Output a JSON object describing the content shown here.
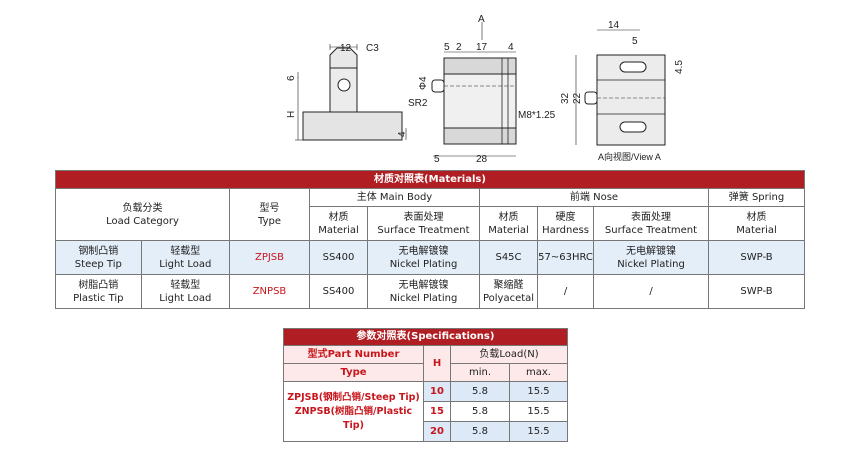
{
  "drawing_labels": {
    "side": {
      "d12": "12",
      "c3": "C3",
      "d6": "6",
      "h": "H",
      "d4": "4"
    },
    "front": {
      "a": "A",
      "d5": "5",
      "d2": "2",
      "d17": "17",
      "d4": "4",
      "phi4": "Φ4",
      "sr2": "SR2",
      "m8": "M8*1.25",
      "d5b": "5",
      "d28": "28"
    },
    "view": {
      "d14": "14",
      "d5": "5",
      "d45": "4.5",
      "d32": "32",
      "d22": "22",
      "caption": "A向视图/View A"
    }
  },
  "materials": {
    "title": "材质对照表(Materials)",
    "load_category_cn": "负载分类",
    "load_category_en": "Load Category",
    "type_cn": "型号",
    "type_en": "Type",
    "main_body": "主体  Main Body",
    "nose": "前端   Nose",
    "spring": "弹簧  Spring",
    "material_cn": "材质",
    "material_en": "Material",
    "surface_cn": "表面处理",
    "surface_en": "Surface Treatment",
    "hardness_cn": "硬度",
    "hardness_en": "Hardness",
    "rows": [
      {
        "cat_cn": "钢制凸销",
        "cat_en": "Steep Tip",
        "load_cn": "轻载型",
        "load_en": "Light Load",
        "type": "ZPJSB",
        "body_mat": "SS400",
        "body_surf_cn": "无电解镀镍",
        "body_surf_en": "Nickel Plating",
        "nose_mat": "S45C",
        "nose_hard": "57~63HRC",
        "nose_surf_cn": "无电解镀镍",
        "nose_surf_en": "Nickel Plating",
        "spring": "SWP-B"
      },
      {
        "cat_cn": "树脂凸销",
        "cat_en": "Plastic Tip",
        "load_cn": "轻载型",
        "load_en": "Light Load",
        "type": "ZNPSB",
        "body_mat": "SS400",
        "body_surf_cn": "无电解镀镍",
        "body_surf_en": "Nickel Plating",
        "nose_mat_cn": "聚缩醛",
        "nose_mat_en": "Polyacetal",
        "nose_hard": "/",
        "nose_surf": "/",
        "spring": "SWP-B"
      }
    ]
  },
  "specs": {
    "title": "参数对照表(Specifications)",
    "part_number": "型式Part Number",
    "type": "Type",
    "h": "H",
    "load": "负载Load(N)",
    "min": "min.",
    "max": "max.",
    "type_line1": "ZPJSB(钢制凸销/Steep Tip)",
    "type_line2": "ZNPSB(树脂凸销/Plastic Tip)",
    "rows": [
      {
        "h": "10",
        "min": "5.8",
        "max": "15.5"
      },
      {
        "h": "15",
        "min": "5.8",
        "max": "15.5"
      },
      {
        "h": "20",
        "min": "5.8",
        "max": "15.5"
      }
    ]
  }
}
